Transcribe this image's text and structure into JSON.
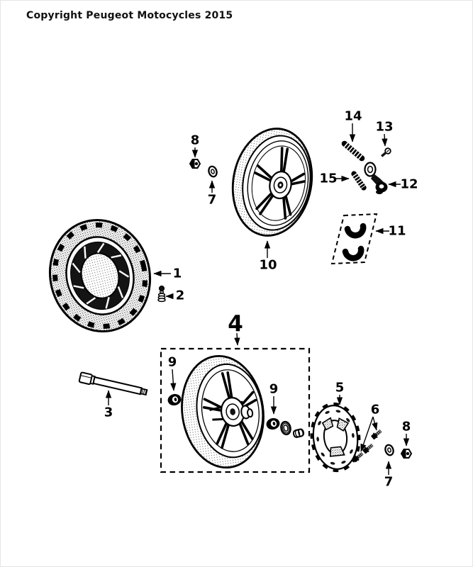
{
  "page": {
    "copyright": "Copyright Peugeot Motocycles 2015",
    "background_color": "#ffffff",
    "line_color": "#000000",
    "texture_color": "#3a3a3a"
  },
  "diagram": {
    "type": "exploded-parts-diagram",
    "subject": "scooter front wheel assembly",
    "callouts": {
      "tire": {
        "label": "1",
        "part": "tire"
      },
      "valve": {
        "label": "2",
        "part": "tire-valve"
      },
      "axle": {
        "label": "3",
        "part": "wheel-axle"
      },
      "front_wheel_assembly": {
        "label": "4",
        "part": "front-wheel-assembly-box"
      },
      "brake_disc": {
        "label": "5",
        "part": "brake-disc"
      },
      "disc_bolts": {
        "label": "6",
        "part": "disc-bolts"
      },
      "washer_top": {
        "label": "7",
        "part": "washer"
      },
      "washer_bottom": {
        "label": "7",
        "part": "washer"
      },
      "nut_top": {
        "label": "8",
        "part": "axle-nut"
      },
      "nut_bottom": {
        "label": "8",
        "part": "axle-nut"
      },
      "bearing_left": {
        "label": "9",
        "part": "wheel-bearing"
      },
      "bearing_right": {
        "label": "9",
        "part": "wheel-bearing"
      },
      "rear_wheel": {
        "label": "10",
        "part": "wheel-rim"
      },
      "brake_shoes": {
        "label": "11",
        "part": "brake-shoes"
      },
      "brake_arm": {
        "label": "12",
        "part": "brake-arm"
      },
      "brake_arm_bolt": {
        "label": "13",
        "part": "bolt"
      },
      "spring_long": {
        "label": "14",
        "part": "spring"
      },
      "spring_short": {
        "label": "15",
        "part": "spring"
      }
    }
  }
}
